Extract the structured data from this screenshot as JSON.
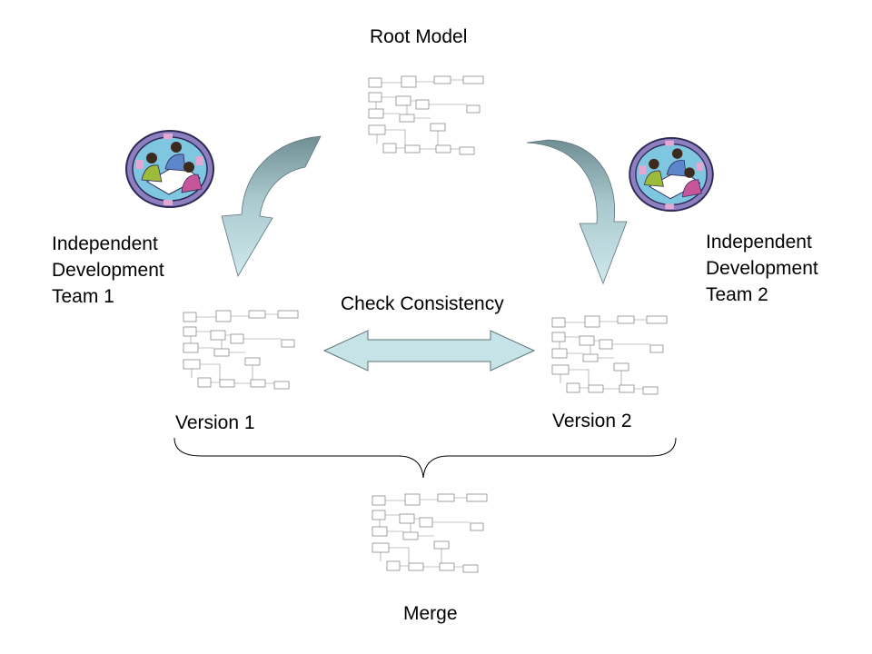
{
  "labels": {
    "root_model": "Root Model",
    "version1": "Version 1",
    "version2": "Version 2",
    "merge": "Merge",
    "check_consistency": "Check Consistency"
  },
  "teams": [
    {
      "lines": [
        "Independent",
        "Development",
        "Team 1"
      ]
    },
    {
      "lines": [
        "Independent",
        "Development",
        "Team 2"
      ]
    }
  ],
  "colors": {
    "arrow_light": "#c6e4e8",
    "arrow_dark": "#7f9ea4",
    "arrow_stroke": "#5c7378",
    "diagram_line": "#8a8a8a"
  }
}
